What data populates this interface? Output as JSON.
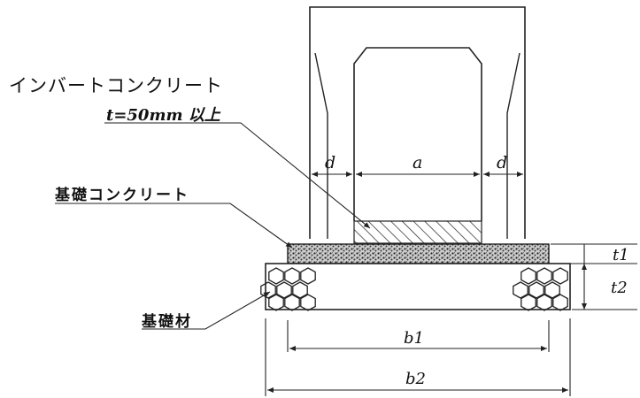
{
  "labels": {
    "invert_concrete": "インバートコンクリート",
    "invert_thickness": "t=50mm 以上",
    "base_concrete": "基礎コンクリート",
    "base_material": "基礎材",
    "dim_d_left": "d",
    "dim_a": "a",
    "dim_d_right": "d",
    "dim_t1": "t1",
    "dim_t2": "t2",
    "dim_b1": "b1",
    "dim_b2": "b2"
  }
}
